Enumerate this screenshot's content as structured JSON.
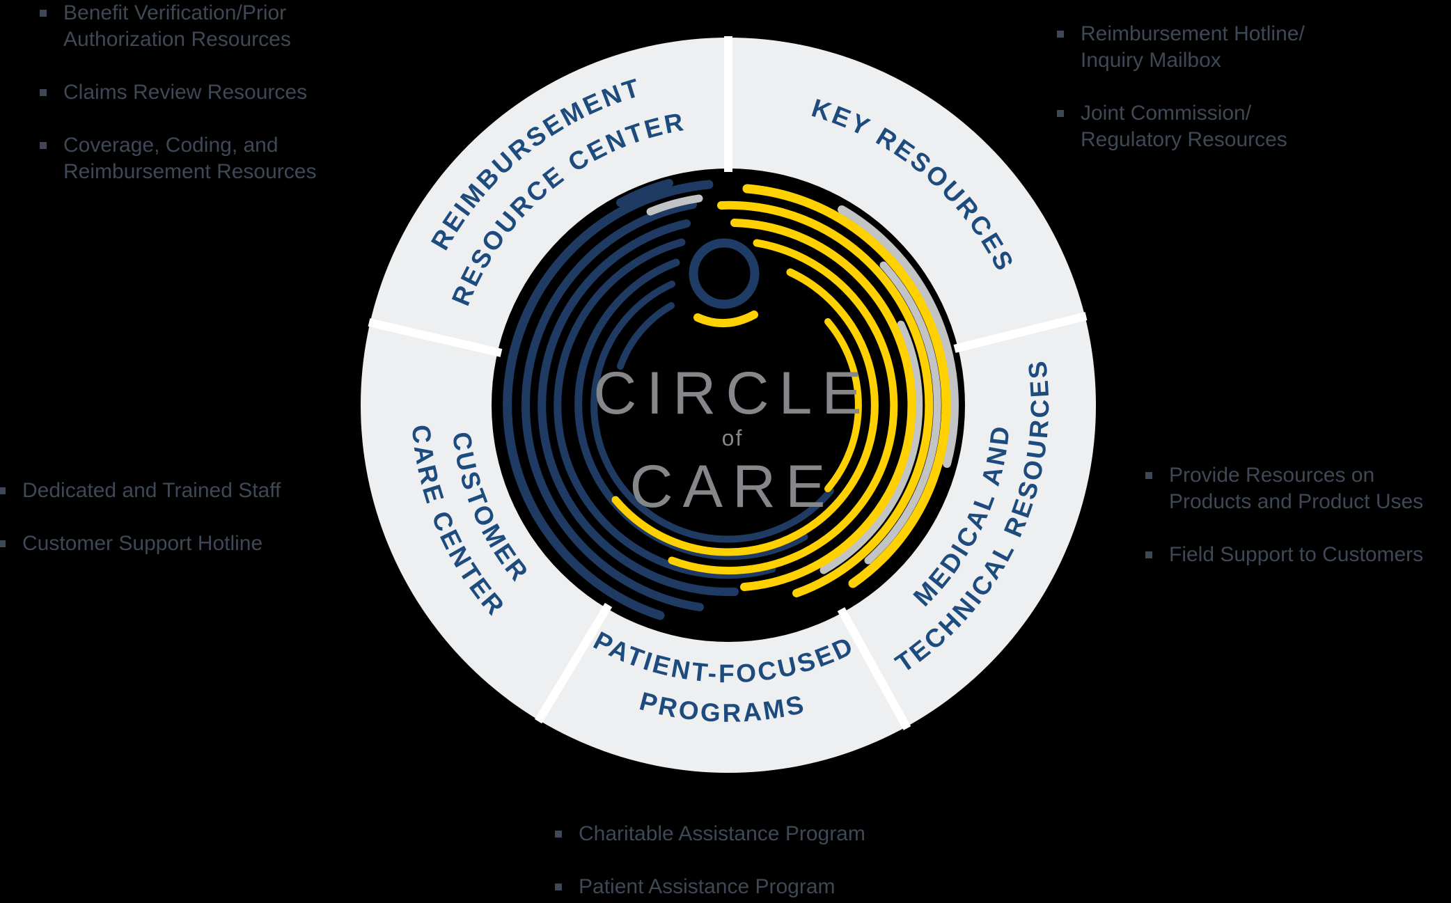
{
  "title": "Circle of Care wheel infographic",
  "colors": {
    "background": "#000000",
    "ring": "#edeff0",
    "segment_gap": "#ffffff",
    "label_navy": "#1d4b7e",
    "spiral_navy": "#1f3b63",
    "spiral_gold": "#ffd100",
    "spiral_gray": "#c1c3c5",
    "center_text_gray": "#85878a",
    "bullet_text": "#3f4856"
  },
  "wheel": {
    "segments": [
      {
        "id": "reimbursement-resource-center",
        "label_lines": [
          "REIMBURSEMENT",
          "RESOURCE CENTER"
        ]
      },
      {
        "id": "key-resources",
        "label_lines": [
          "KEY RESOURCES"
        ]
      },
      {
        "id": "medical-technical-resources",
        "label_lines": [
          "MEDICAL AND",
          "TECHNICAL RESOURCES"
        ]
      },
      {
        "id": "patient-focused-programs",
        "label_lines": [
          "PATIENT-FOCUSED",
          "PROGRAMS"
        ]
      },
      {
        "id": "customer-care-center",
        "label_lines": [
          "CUSTOMER",
          "CARE CENTER"
        ]
      }
    ],
    "center": {
      "line1": "CIRCLE",
      "line2": "of",
      "line3": "CARE"
    },
    "logo_icon": "ring-with-gold-swoosh"
  },
  "lists": {
    "top_left": {
      "items": [
        {
          "lines": [
            "Benefit Verification/Prior",
            "Authorization Resources"
          ]
        },
        {
          "lines": [
            "Claims Review Resources"
          ]
        },
        {
          "lines": [
            "Coverage, Coding, and",
            "Reimbursement Resources"
          ]
        }
      ]
    },
    "top_right": {
      "items": [
        {
          "lines": [
            "Reimbursement Hotline/",
            "Inquiry Mailbox"
          ]
        },
        {
          "lines": [
            "Joint Commission/",
            "Regulatory Resources"
          ]
        }
      ]
    },
    "right": {
      "items": [
        {
          "lines": [
            "Provide Resources on",
            "Products and Product Uses"
          ]
        },
        {
          "lines": [
            "Field Support to Customers"
          ]
        }
      ]
    },
    "left": {
      "items": [
        {
          "lines": [
            "Dedicated and Trained Staff"
          ]
        },
        {
          "lines": [
            "Customer Support Hotline"
          ]
        }
      ]
    },
    "bottom": {
      "items": [
        {
          "lines": [
            "Charitable Assistance Program"
          ]
        },
        {
          "lines": [
            "Patient Assistance Program"
          ]
        }
      ]
    }
  }
}
